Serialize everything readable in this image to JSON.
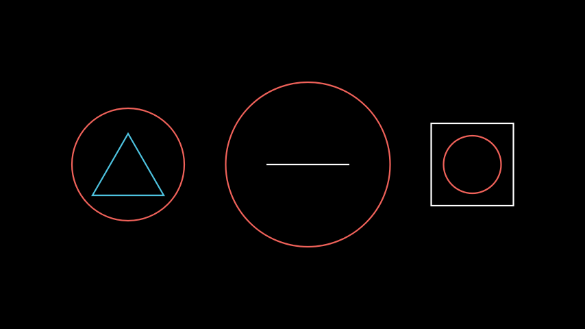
{
  "scene": {
    "background": "#000000",
    "colors": {
      "coral": "#F0625A",
      "cyan": "#4EC3E0",
      "white": "#FFFFFF"
    },
    "figures": [
      {
        "name": "circle-with-triangle",
        "outer": "circle",
        "inner": "triangle"
      },
      {
        "name": "circle-with-line",
        "outer": "circle",
        "inner": "horizontal-line"
      },
      {
        "name": "square-with-circle",
        "outer": "square",
        "inner": "circle"
      }
    ]
  }
}
